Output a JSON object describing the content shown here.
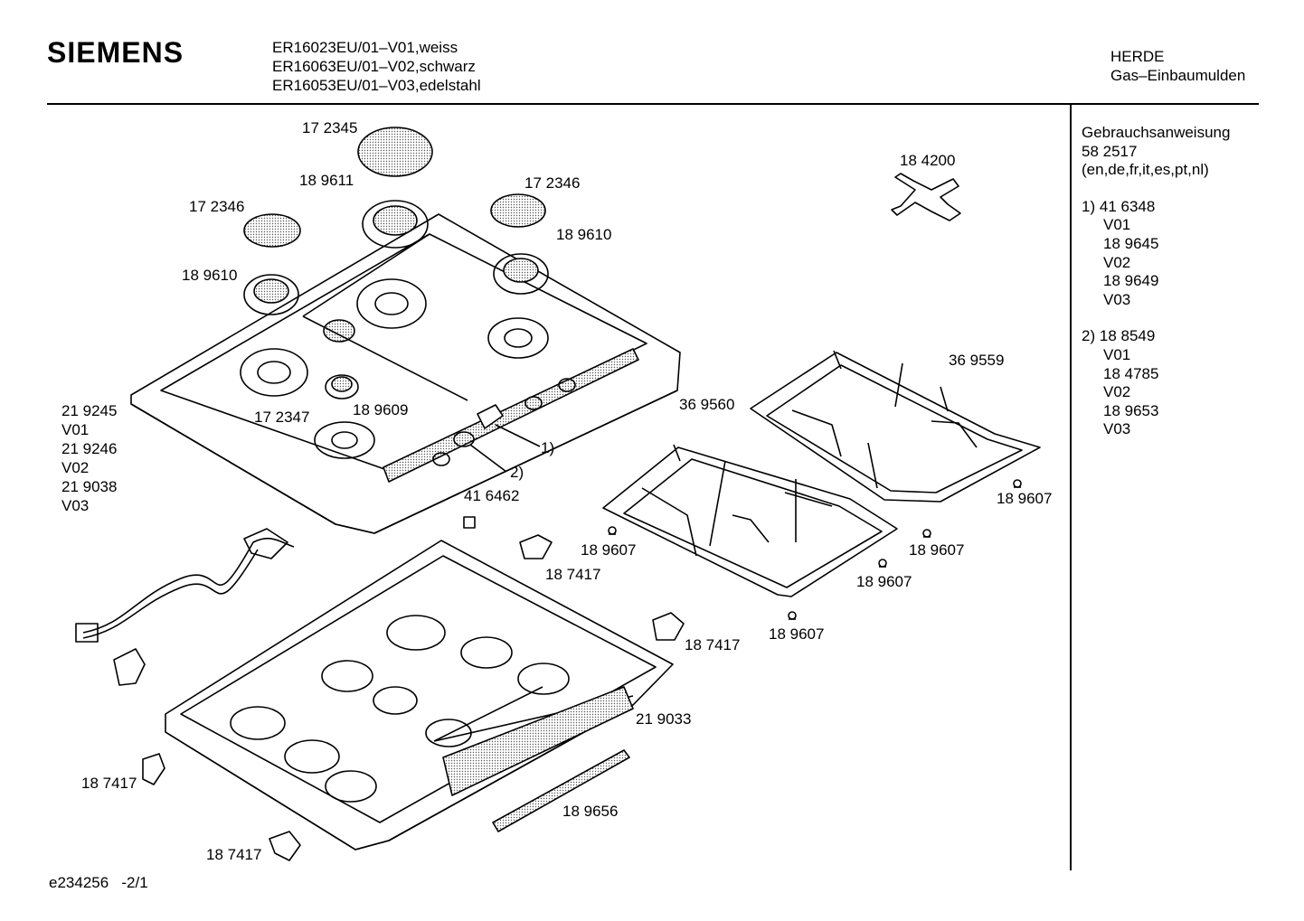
{
  "header": {
    "brand": "SIEMENS",
    "models": [
      "ER16023EU/01–V01,weiss",
      "ER16063EU/01–V02,schwarz",
      "ER16053EU/01–V03,edelstahl"
    ],
    "category_1": "HERDE",
    "category_2": "Gas–Einbaumulden"
  },
  "sidebar": {
    "manual_title": "Gebrauchsanweisung",
    "manual_number": "58 2517",
    "manual_languages": "(en,de,fr,it,es,pt,nl)",
    "note1": {
      "prefix": "1)",
      "part": "41 6348",
      "rows": [
        "V01",
        "18 9645",
        "V02",
        "18 9649",
        "V03"
      ]
    },
    "note2": {
      "prefix": "2)",
      "part": "18 8549",
      "rows": [
        "V01",
        "18 4785",
        "V02",
        "18 9653",
        "V03"
      ]
    }
  },
  "parts": {
    "p172345": "17 2345",
    "p189611": "18 9611",
    "p172346a": "17 2346",
    "p172346b": "17 2346",
    "p189610a": "18 9610",
    "p189610b": "18 9610",
    "p184200": "18 4200",
    "p172347": "17 2347",
    "p189609": "18 9609",
    "frame_codes": [
      "21 9245",
      "V01",
      "21 9246",
      "V02",
      "21 9038",
      "V03"
    ],
    "ref1": "1)",
    "ref2": "2)",
    "p416462": "41 6462",
    "p369559": "36 9559",
    "p369560": "36 9560",
    "p189607a": "18 9607",
    "p189607b": "18 9607",
    "p189607c": "18 9607",
    "p189607d": "18 9607",
    "p189607e": "18 9607",
    "p187417a": "18 7417",
    "p187417b": "18 7417",
    "p187417c": "18 7417",
    "p187417d": "18 7417",
    "p219033": "21 9033",
    "p189656": "18 9656"
  },
  "footer": {
    "doc_id": "e234256",
    "page": "-2/1"
  }
}
